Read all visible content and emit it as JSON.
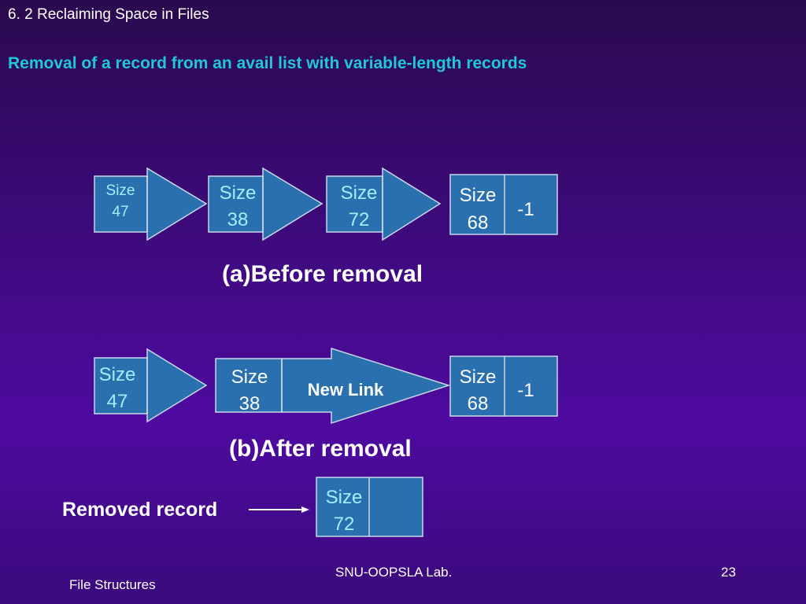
{
  "section_title": "6. 2 Reclaiming Space in Files",
  "slide_title": "Removal of a record from an avail list with  variable-length records",
  "before": {
    "caption": "(a)Before removal",
    "records": [
      {
        "size_label": "Size",
        "size_value": "47",
        "link": ""
      },
      {
        "size_label": "Size",
        "size_value": "38",
        "link": ""
      },
      {
        "size_label": "Size",
        "size_value": "72",
        "link": ""
      },
      {
        "size_label": "Size",
        "size_value": "68",
        "link": "-1"
      }
    ]
  },
  "after": {
    "caption": "(b)After removal",
    "new_link_label": "New Link",
    "records": [
      {
        "size_label": "Size",
        "size_value": "47",
        "link": ""
      },
      {
        "size_label": "Size",
        "size_value": "38",
        "link": ""
      },
      {
        "size_label": "Size",
        "size_value": "68",
        "link": "-1"
      }
    ]
  },
  "removed": {
    "label": "Removed record",
    "record": {
      "size_label": "Size",
      "size_value": "72"
    }
  },
  "footer": {
    "lab": "SNU-OOPSLA Lab.",
    "page_number": "23",
    "course": "File Structures"
  },
  "colors": {
    "box_fill": "#2a6fae",
    "box_stroke": "#c8d8ec",
    "title_accent": "#22c7d6",
    "record_text": "#9ff0ff"
  }
}
